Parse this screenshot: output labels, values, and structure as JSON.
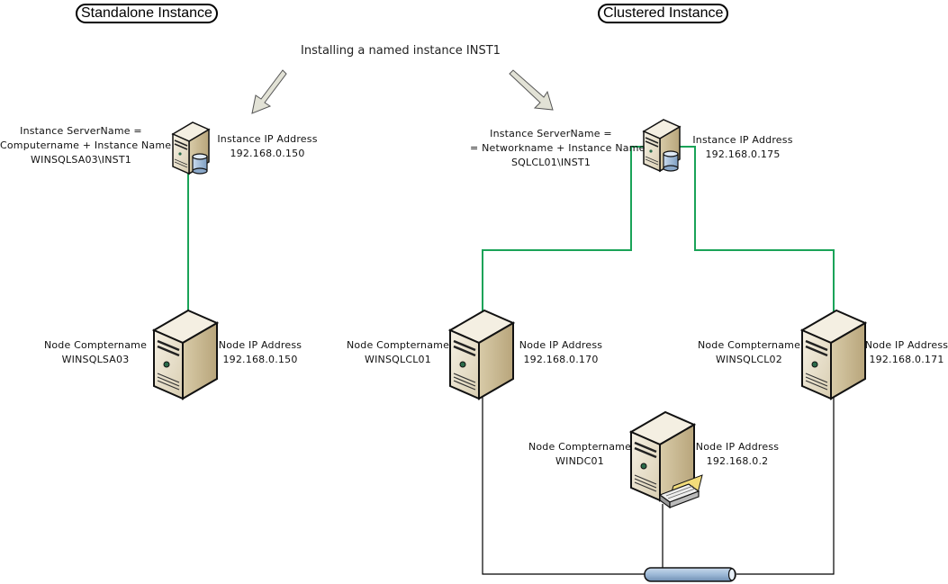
{
  "sections": {
    "standalone_title": "Standalone Instance",
    "clustered_title": "Clustered Instance"
  },
  "caption": "Installing a named instance INST1",
  "standalone": {
    "instance": {
      "name_label": "Instance ServerName =",
      "name_formula": "Computername + Instance Name",
      "name_value": "WINSQLSA03\\INST1",
      "ip_label": "Instance IP Address",
      "ip_value": "192.168.0.150"
    },
    "node": {
      "name_label": "Node Comptername",
      "name_value": "WINSQLSA03",
      "ip_label": "Node IP Address",
      "ip_value": "192.168.0.150"
    }
  },
  "clustered": {
    "instance": {
      "name_label": "Instance ServerName =",
      "name_formula": "= Networkname + Instance Name",
      "name_value": "SQLCL01\\INST1",
      "ip_label": "Instance IP Address",
      "ip_value": "192.168.0.175"
    },
    "nodes": [
      {
        "name_label": "Node Comptername",
        "name_value": "WINSQLCL01",
        "ip_label": "Node IP Address",
        "ip_value": "192.168.0.170"
      },
      {
        "name_label": "Node Comptername",
        "name_value": "WINSQLCL02",
        "ip_label": "Node IP Address",
        "ip_value": "192.168.0.171"
      },
      {
        "name_label": "Node Comptername",
        "name_value": "WINDC01",
        "ip_label": "Node IP Address",
        "ip_value": "192.168.0.2"
      }
    ]
  },
  "colors": {
    "cluster_link": "#1aa358",
    "network_link": "#000000",
    "server_face": "#e8e0cc",
    "server_side": "#cbbd98",
    "database": "#a9c4e0",
    "network_pipe": "#9dbbd9",
    "arrow_fill": "#e2e2d6"
  }
}
